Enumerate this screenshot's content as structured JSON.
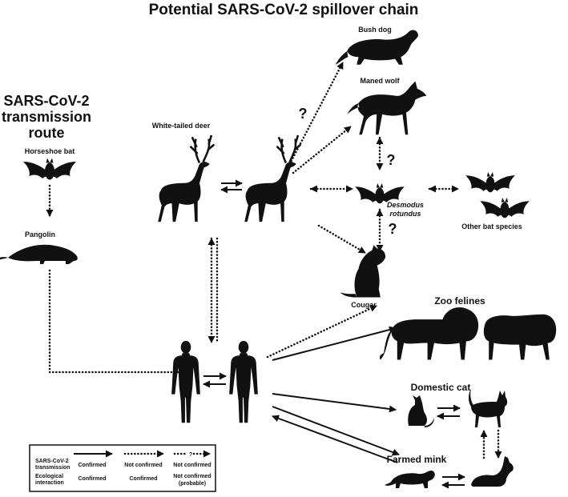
{
  "title": "Potential SARS-CoV-2 spillover chain",
  "route_title": [
    "SARS-CoV-2",
    "transmission",
    "route"
  ],
  "labels": {
    "horseshoe_bat": "Horseshoe bat",
    "pangolin": "Pangolin",
    "white_tailed_deer": "White-tailed deer",
    "bush_dog": "Bush dog",
    "maned_wolf": "Maned wolf",
    "desmodus": [
      "Desmodus",
      "rotundus"
    ],
    "other_bats": "Other bat species",
    "cougar": "Cougar",
    "zoo_felines": "Zoo felines",
    "domestic_cat": "Domestic cat",
    "farmed_mink": "Farmed mink"
  },
  "question_mark": "?",
  "legend": {
    "row_labels": [
      [
        "SARS-CoV-2",
        "transmission"
      ],
      [
        "Ecological",
        "interaction"
      ]
    ],
    "columns": [
      {
        "style": "solid",
        "transmission": "Confirmed",
        "ecological": "Confirmed"
      },
      {
        "style": "dotted",
        "transmission": "Not confirmed",
        "ecological": "Confirmed"
      },
      {
        "style": "dotted-question",
        "transmission": "Not confirmed",
        "ecological": [
          "Not confirmed",
          "(probable)"
        ]
      }
    ]
  },
  "colors": {
    "ink": "#111111",
    "background": "#ffffff"
  }
}
